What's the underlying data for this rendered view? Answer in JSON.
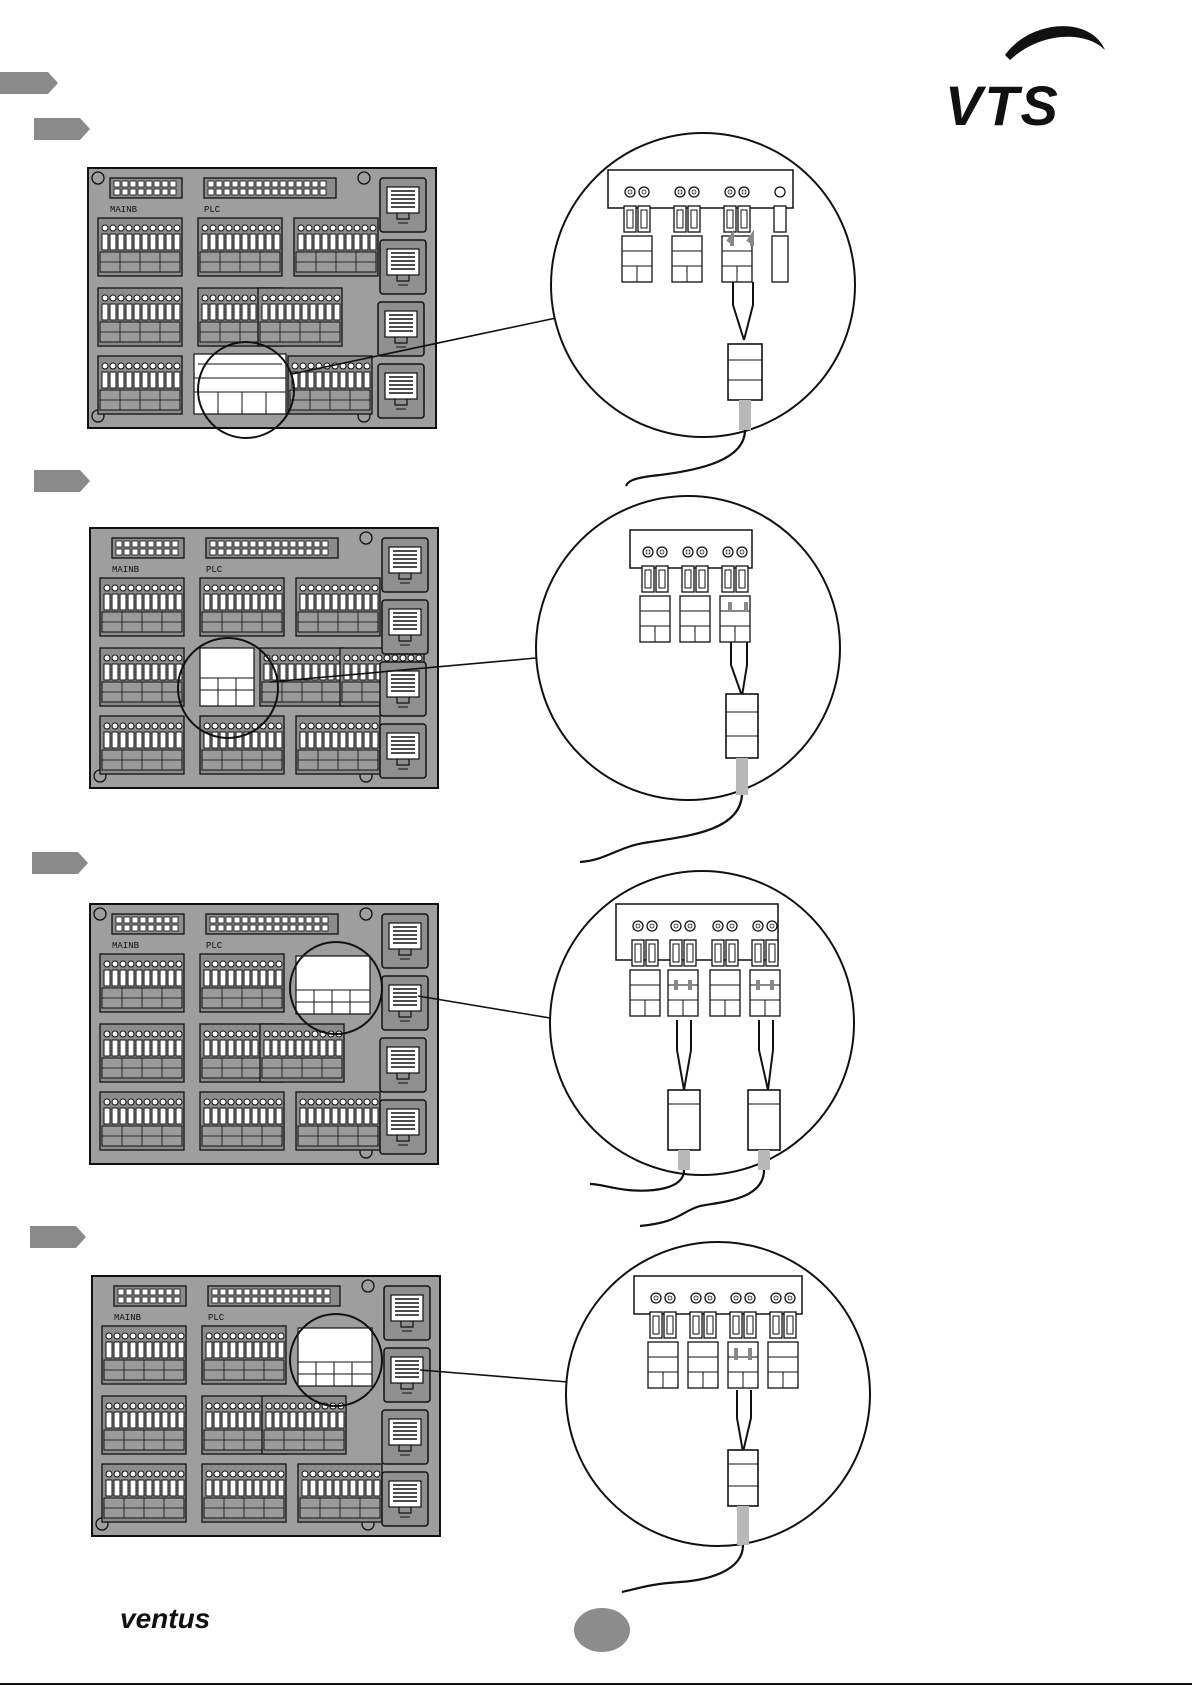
{
  "header": {
    "logo_text": "VTS",
    "logo_icon": "vts-arc-logo"
  },
  "board": {
    "label_mainb": "MAINB",
    "label_plc": "PLC"
  },
  "steps": [
    {
      "marker": "",
      "detail_groups": 4
    },
    {
      "marker": "",
      "detail_groups": 3
    },
    {
      "marker": "",
      "detail_groups": 4,
      "cables": 2
    },
    {
      "marker": "",
      "detail_groups": 4
    }
  ],
  "footer": {
    "brand_text": "ventus",
    "page_badge": ""
  },
  "colors": {
    "board_fill": "#9e9e9e",
    "board_dark": "#6f6f6f",
    "stroke": "#111111",
    "tab_fill": "#8a8a8a",
    "cable_gray": "#b8b8b8",
    "badge_fill": "#8c8c8c"
  }
}
